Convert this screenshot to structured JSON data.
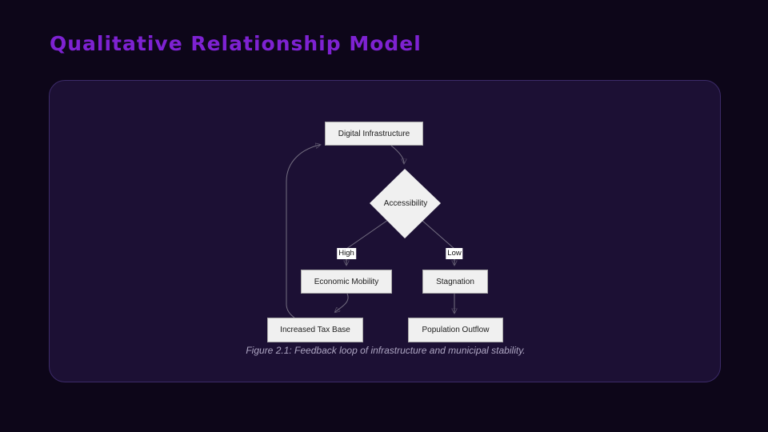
{
  "slide": {
    "title": "Qualitative Relationship Model"
  },
  "figure": {
    "caption": "Figure 2.1: Feedback loop of infrastructure and municipal stability.",
    "diagram": {
      "type": "flowchart",
      "direction": "top-down",
      "nodes": {
        "digital_infrastructure": {
          "label": "Digital Infrastructure",
          "shape": "rect"
        },
        "accessibility": {
          "label": "Accessibility",
          "shape": "diamond"
        },
        "economic_mobility": {
          "label": "Economic Mobility",
          "shape": "rect"
        },
        "stagnation": {
          "label": "Stagnation",
          "shape": "rect"
        },
        "increased_tax_base": {
          "label": "Increased Tax Base",
          "shape": "rect"
        },
        "population_outflow": {
          "label": "Population Outflow",
          "shape": "rect"
        }
      },
      "edges": [
        {
          "from": "digital_infrastructure",
          "to": "accessibility",
          "label": ""
        },
        {
          "from": "accessibility",
          "to": "economic_mobility",
          "label": "High"
        },
        {
          "from": "accessibility",
          "to": "stagnation",
          "label": "Low"
        },
        {
          "from": "economic_mobility",
          "to": "increased_tax_base",
          "label": ""
        },
        {
          "from": "stagnation",
          "to": "population_outflow",
          "label": ""
        },
        {
          "from": "increased_tax_base",
          "to": "digital_infrastructure",
          "label": ""
        }
      ]
    }
  },
  "colors": {
    "page_bg": "#0d0619",
    "panel_bg": "#1c1034",
    "panel_border": "#3c2b69",
    "title": "#7e22d2",
    "node_fill": "#f0f0f0",
    "node_border": "#a9a9a9",
    "node_text": "#1b1b1b",
    "edge": "#8b8795",
    "arrow": "#5d5968",
    "edge_label_bg": "#ffffff",
    "edge_label_text": "#111111",
    "caption": "#aea6c3"
  }
}
